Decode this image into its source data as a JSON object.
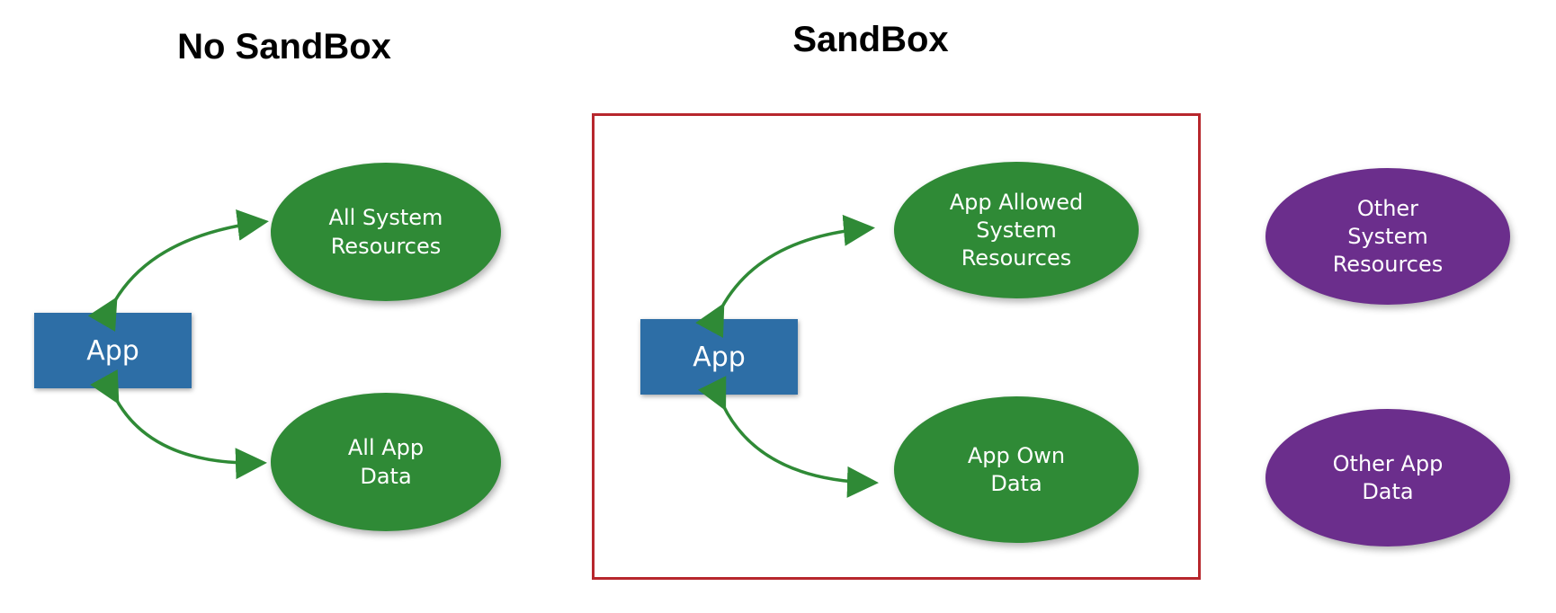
{
  "headings": {
    "no_sandbox": "No SandBox",
    "sandbox": "SandBox"
  },
  "no_sandbox": {
    "app_label": "App",
    "system_resources": "All System\nResources",
    "app_data": "All App\nData"
  },
  "sandbox": {
    "app_label": "App",
    "allowed_resources": "App Allowed\nSystem\nResources",
    "own_data": "App Own\nData"
  },
  "outside": {
    "other_resources": "Other\nSystem\nResources",
    "other_data": "Other App\nData"
  },
  "colors": {
    "app_box": "#2d6ea6",
    "green_node": "#2f8a36",
    "purple_node": "#6b2e8c",
    "arrow": "#2f8a36",
    "sandbox_frame": "#b7272d"
  }
}
